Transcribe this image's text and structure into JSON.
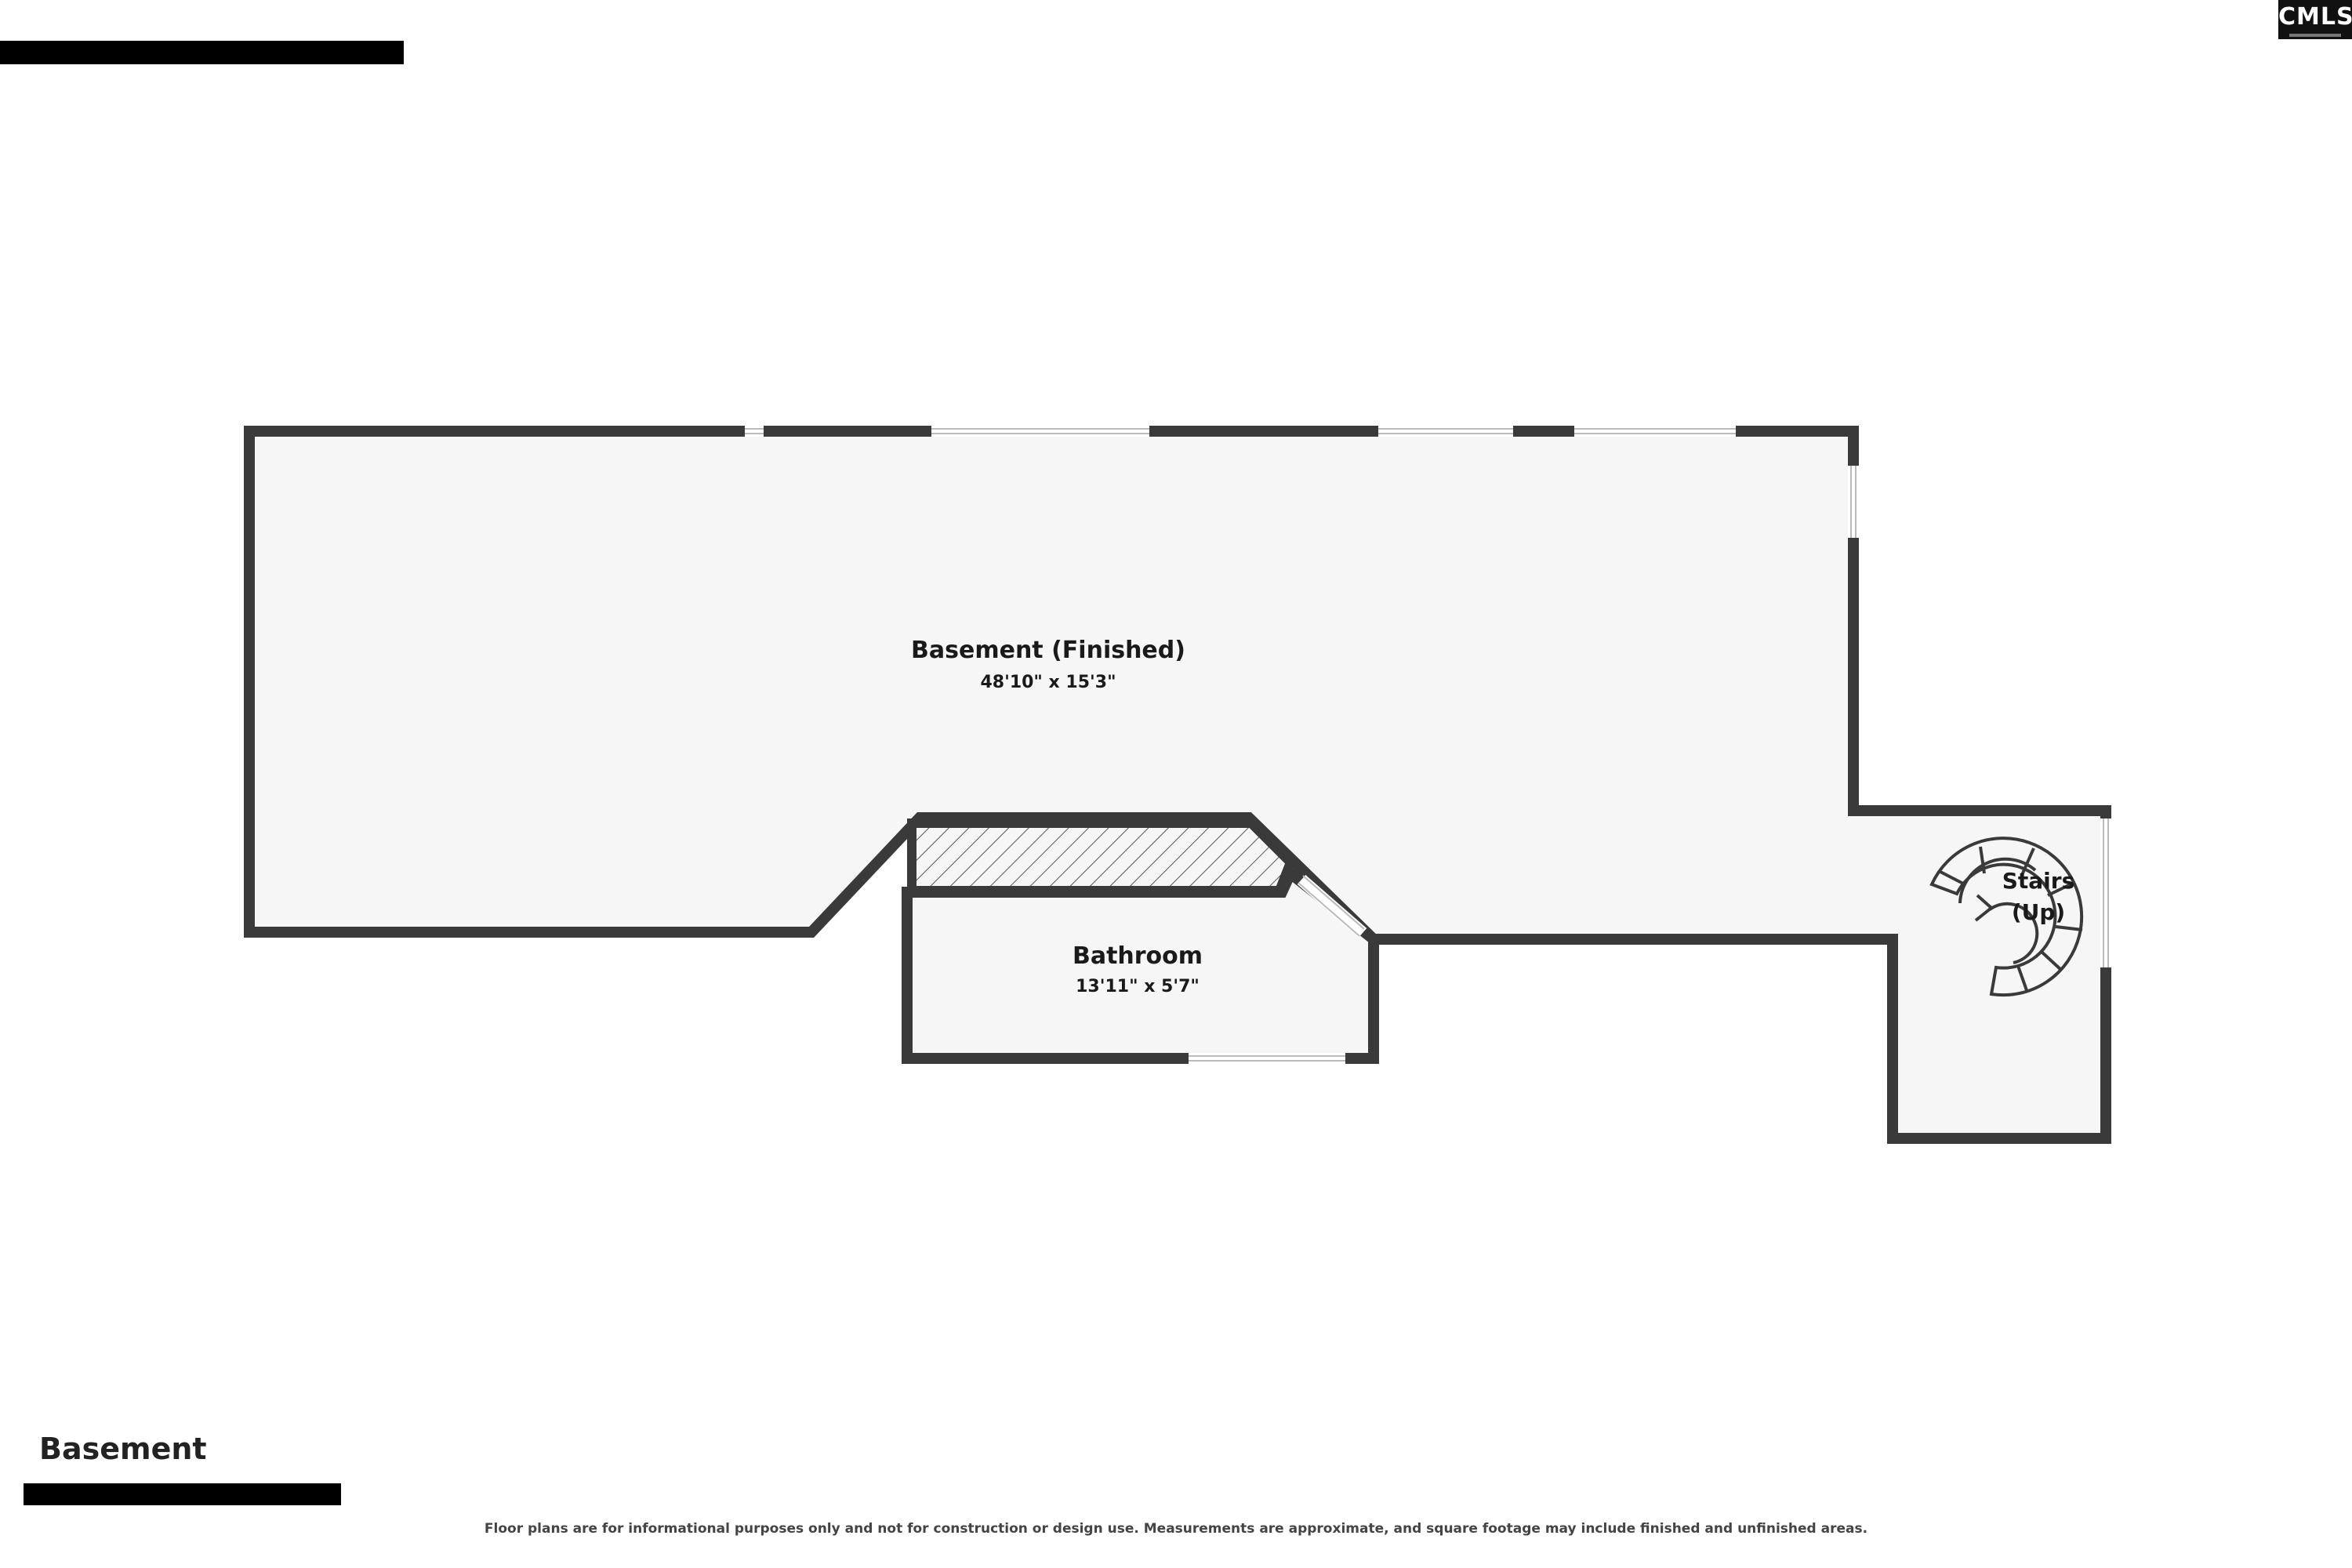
{
  "header": {
    "logo_text": "CMLS"
  },
  "rooms": [
    {
      "name": "Basement (Finished)",
      "dimensions": "48'10\" x 15'3\""
    },
    {
      "name": "Bathroom",
      "dimensions": "13'11\" x 5'7\""
    }
  ],
  "stairs": {
    "line1": "Stairs",
    "line2": "(Up)"
  },
  "footer": {
    "floor_name": "Basement",
    "disclaimer": "Floor plans are for informational purposes only and not for construction or design use. Measurements are approximate, and square footage may include finished and unfinished areas."
  },
  "colors": {
    "wall": "#3a3a3a",
    "floor": "#f6f6f6",
    "background": "#ffffff"
  }
}
